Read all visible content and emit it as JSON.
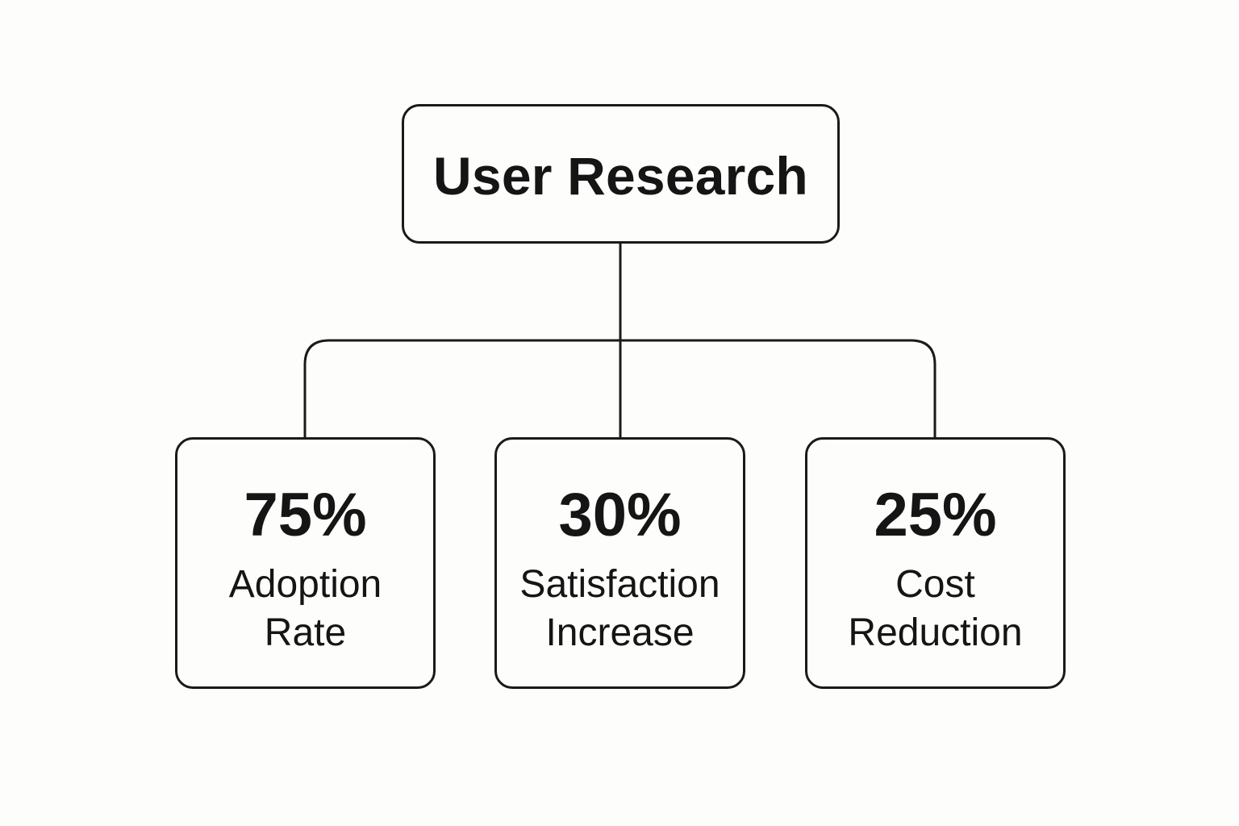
{
  "background_color": "#fdfdfb",
  "line_color": "#1a1a1a",
  "root": {
    "title": "User Research"
  },
  "metrics": [
    {
      "value": "75%",
      "label_line1": "Adoption",
      "label_line2": "Rate"
    },
    {
      "value": "30%",
      "label_line1": "Satisfaction",
      "label_line2": "Increase"
    },
    {
      "value": "25%",
      "label_line1": "Cost",
      "label_line2": "Reduction"
    }
  ]
}
